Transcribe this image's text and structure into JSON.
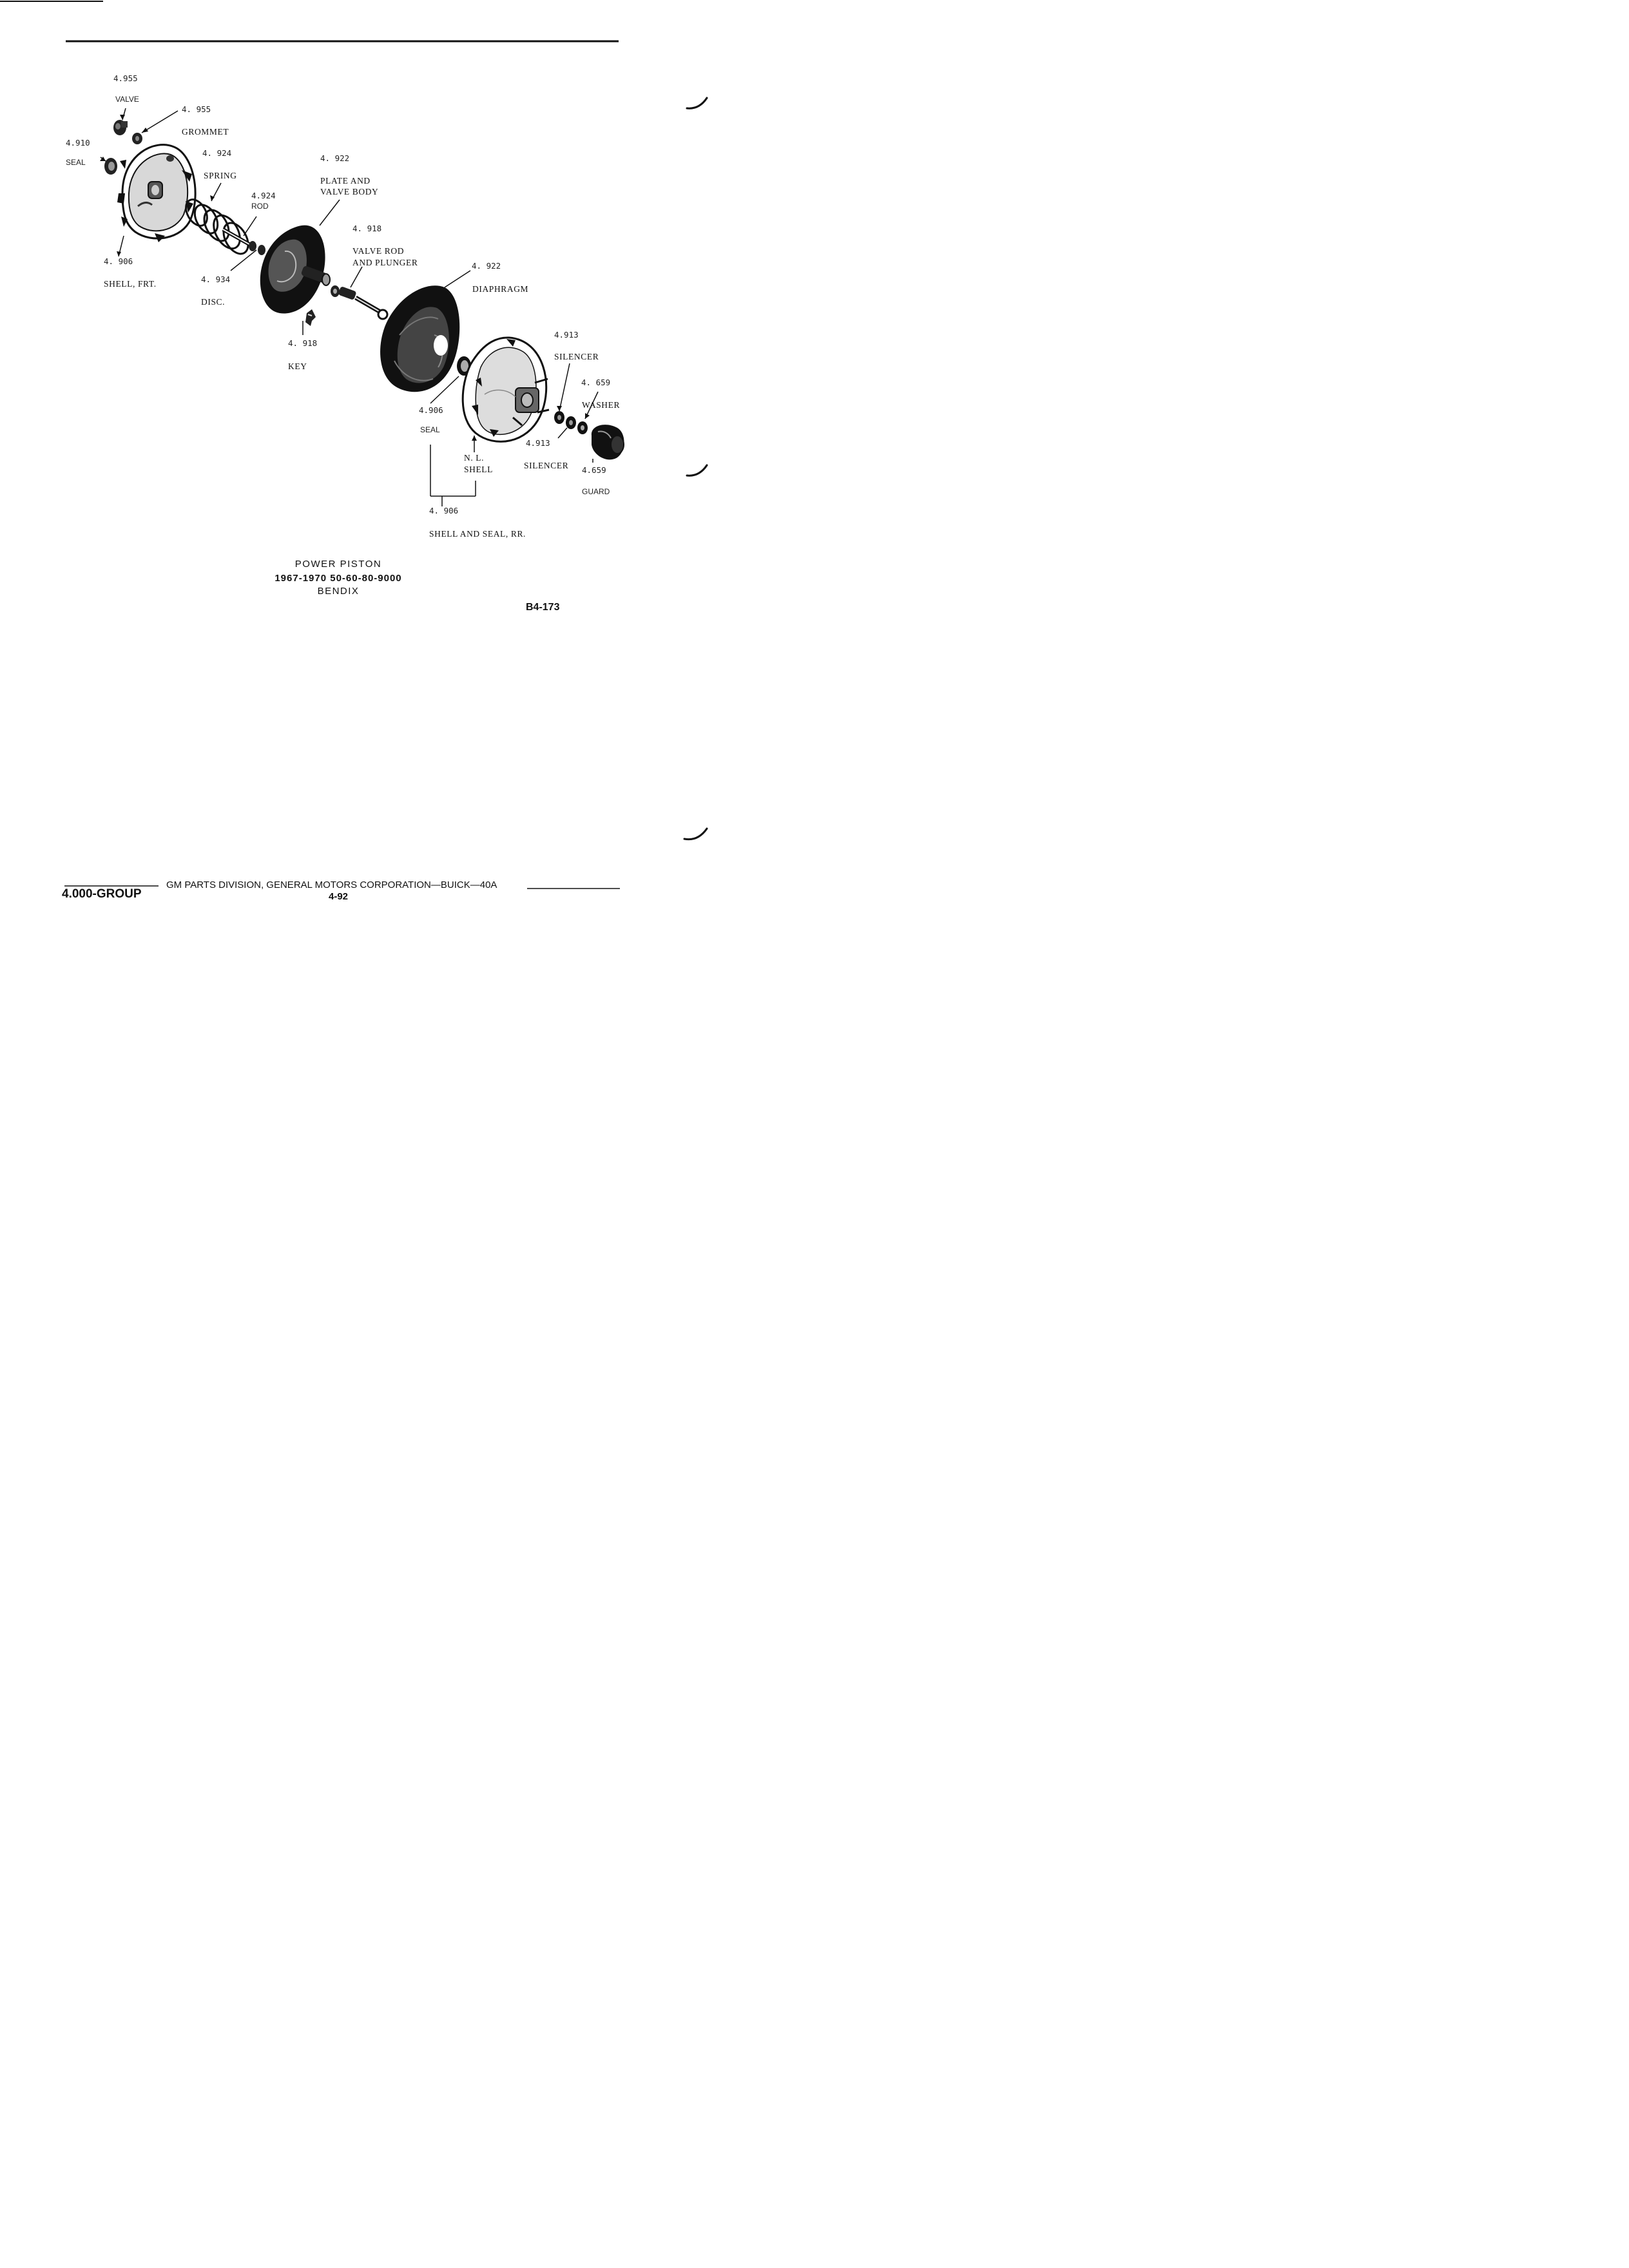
{
  "callouts": [
    {
      "id": "valve_num_a",
      "text": "4.955"
    },
    {
      "id": "valve",
      "text": "VALVE"
    },
    {
      "id": "grommet_num",
      "text": "4. 955"
    },
    {
      "id": "grommet",
      "text": "GROMMET"
    },
    {
      "id": "seal_front_num",
      "text": "4.910"
    },
    {
      "id": "seal_front",
      "text": "SEAL"
    },
    {
      "id": "spring_num",
      "text": "4. 924"
    },
    {
      "id": "spring",
      "text": "SPRING"
    },
    {
      "id": "plate_num",
      "text": "4. 922"
    },
    {
      "id": "plate_1",
      "text": "PLATE AND"
    },
    {
      "id": "plate_2",
      "text": "VALVE BODY"
    },
    {
      "id": "rod_num",
      "text": "4.924"
    },
    {
      "id": "rod",
      "text": "ROD"
    },
    {
      "id": "valverod_num",
      "text": "4. 918"
    },
    {
      "id": "valverod_1",
      "text": "VALVE ROD"
    },
    {
      "id": "valverod_2",
      "text": "AND PLUNGER"
    },
    {
      "id": "shellfrt_num",
      "text": "4. 906"
    },
    {
      "id": "shellfrt",
      "text": "SHELL, FRT."
    },
    {
      "id": "disc_num",
      "text": "4. 934"
    },
    {
      "id": "disc",
      "text": "DISC."
    },
    {
      "id": "diaphragm_num",
      "text": "4. 922"
    },
    {
      "id": "diaphragm",
      "text": "DIAPHRAGM"
    },
    {
      "id": "key_num",
      "text": "4. 918"
    },
    {
      "id": "key",
      "text": "KEY"
    },
    {
      "id": "silencer1_num",
      "text": "4.913"
    },
    {
      "id": "silencer1",
      "text": "SILENCER"
    },
    {
      "id": "washer_num",
      "text": "4. 659"
    },
    {
      "id": "washer",
      "text": "WASHER"
    },
    {
      "id": "sealrr_num",
      "text": "4.906"
    },
    {
      "id": "sealrr",
      "text": "SEAL"
    },
    {
      "id": "silencer2_num",
      "text": "4.913"
    },
    {
      "id": "silencer2",
      "text": "SILENCER"
    },
    {
      "id": "nl_1",
      "text": "N. L."
    },
    {
      "id": "nl_2",
      "text": "SHELL"
    },
    {
      "id": "guard_num",
      "text": "4.659"
    },
    {
      "id": "guard",
      "text": "GUARD"
    },
    {
      "id": "shellrr_num",
      "text": "4. 906"
    },
    {
      "id": "shellrr",
      "text": "SHELL AND SEAL, RR."
    }
  ],
  "caption": {
    "line1": "POWER PISTON",
    "line2": "1967-1970 50-60-80-9000",
    "line3": "BENDIX"
  },
  "figure_code": "B4-173",
  "footer": {
    "group": "4.000-GROUP",
    "division": "GM PARTS DIVISION, GENERAL MOTORS CORPORATION—BUICK—40A",
    "page": "4-92"
  }
}
